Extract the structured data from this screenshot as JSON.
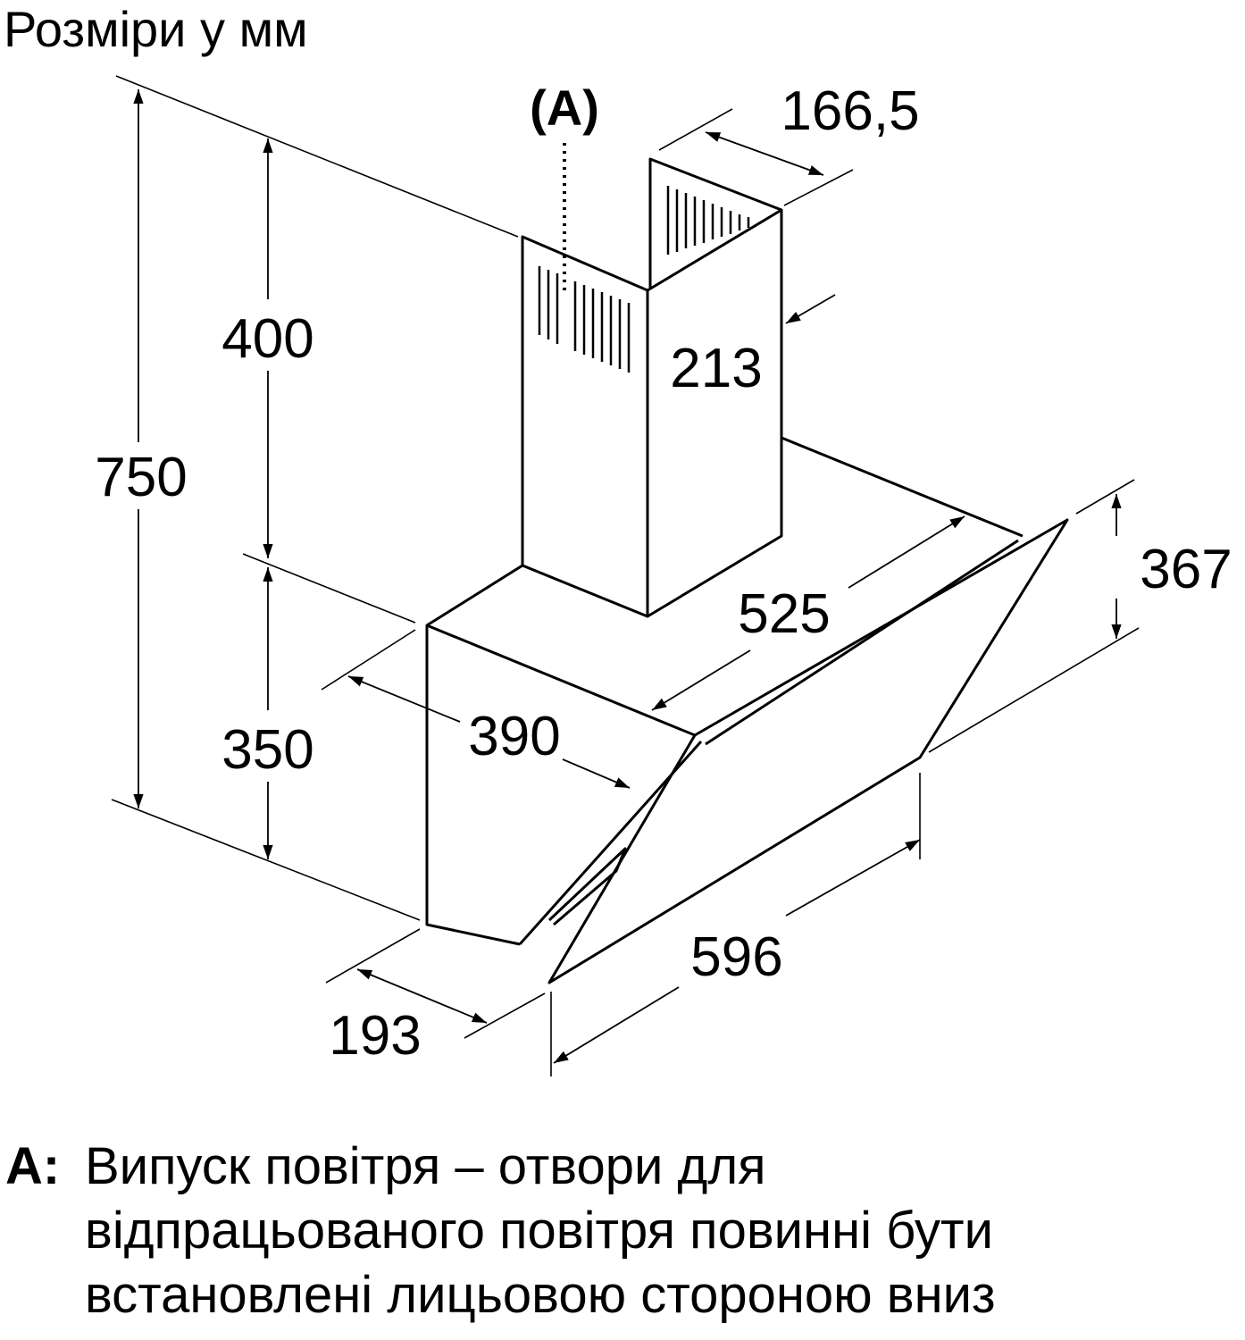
{
  "title": "Розміри у мм",
  "callout": {
    "label": "(A)"
  },
  "dimensions": {
    "total_height": "750",
    "chimney_height": "400",
    "hood_height": "350",
    "chimney_depth": "166,5",
    "chimney_width": "213",
    "depth_top": "525",
    "depth_body": "390",
    "glass_height": "367",
    "width": "596",
    "body_depth": "193"
  },
  "note": {
    "label": "A:",
    "lines": [
      "Випуск повітря – отвори для",
      "відпрацьованого повітря повинні бути",
      "встановлені лицьовою стороною вниз"
    ]
  }
}
